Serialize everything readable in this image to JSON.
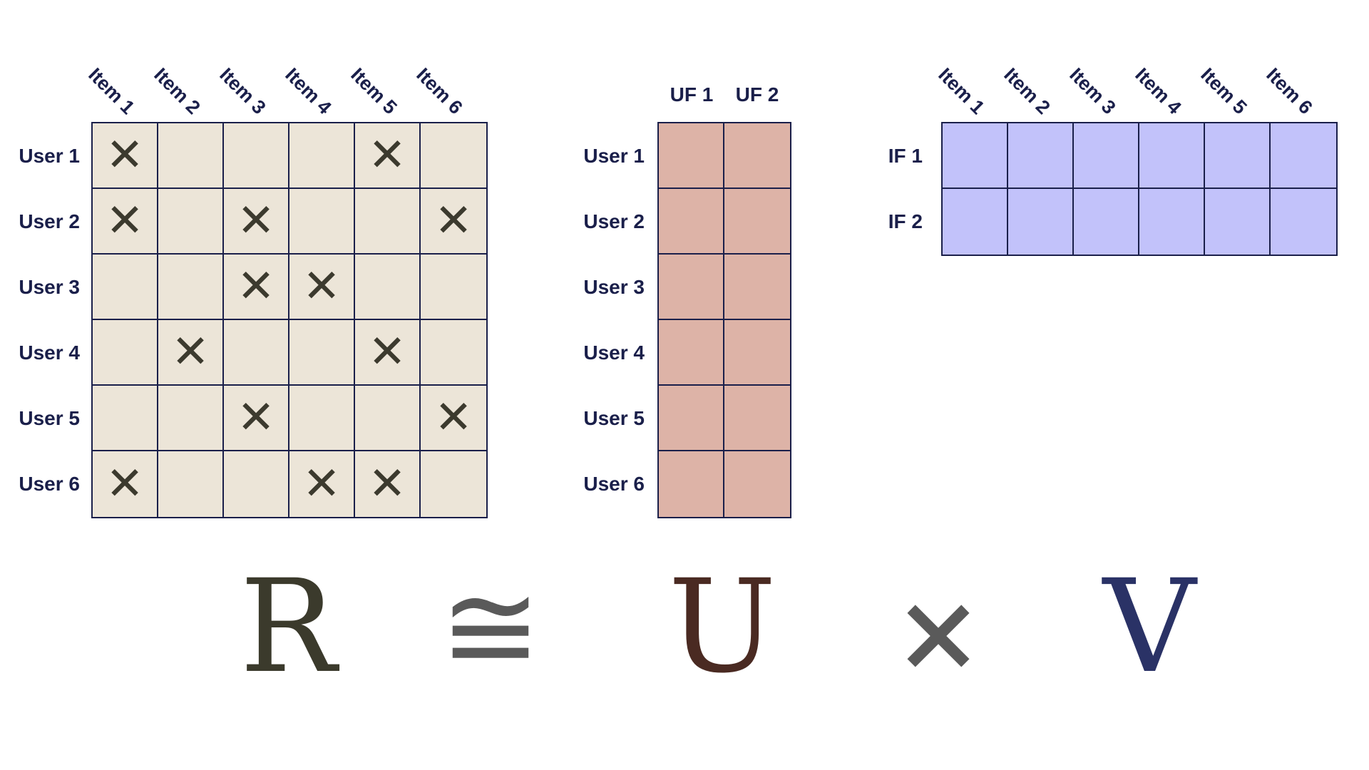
{
  "ratings": {
    "row_labels": [
      "User 1",
      "User 2",
      "User 3",
      "User 4",
      "User 5",
      "User 6"
    ],
    "col_labels": [
      "Item 1",
      "Item 2",
      "Item 3",
      "Item 4",
      "Item 5",
      "Item 6"
    ],
    "mark": "✕",
    "marks": [
      [
        1,
        0,
        0,
        0,
        1,
        0
      ],
      [
        1,
        0,
        1,
        0,
        0,
        1
      ],
      [
        0,
        0,
        1,
        1,
        0,
        0
      ],
      [
        0,
        1,
        0,
        0,
        1,
        0
      ],
      [
        0,
        0,
        1,
        0,
        0,
        1
      ],
      [
        1,
        0,
        0,
        1,
        1,
        0
      ]
    ],
    "fill_color": "#ece5d8",
    "mark_color": "#3c3a2e"
  },
  "user_factors": {
    "row_labels": [
      "User 1",
      "User 2",
      "User 3",
      "User 4",
      "User 5",
      "User 6"
    ],
    "col_labels": [
      "UF 1",
      "UF 2"
    ],
    "fill_color": "#ddb3a7"
  },
  "item_factors": {
    "row_labels": [
      "IF 1",
      "IF 2"
    ],
    "col_labels": [
      "Item 1",
      "Item 2",
      "Item 3",
      "Item 4",
      "Item 5",
      "Item 6"
    ],
    "fill_color": "#c2c2fa"
  },
  "equation": {
    "r": "R",
    "approx": "≅",
    "u": "U",
    "times": "×",
    "v": "V",
    "r_color": "#3b3a2c",
    "approx_color": "#5a5a5a",
    "u_color": "#4a2a22",
    "times_color": "#5a5a5a",
    "v_color": "#2a3266"
  },
  "line_color": "#1a1f4a"
}
